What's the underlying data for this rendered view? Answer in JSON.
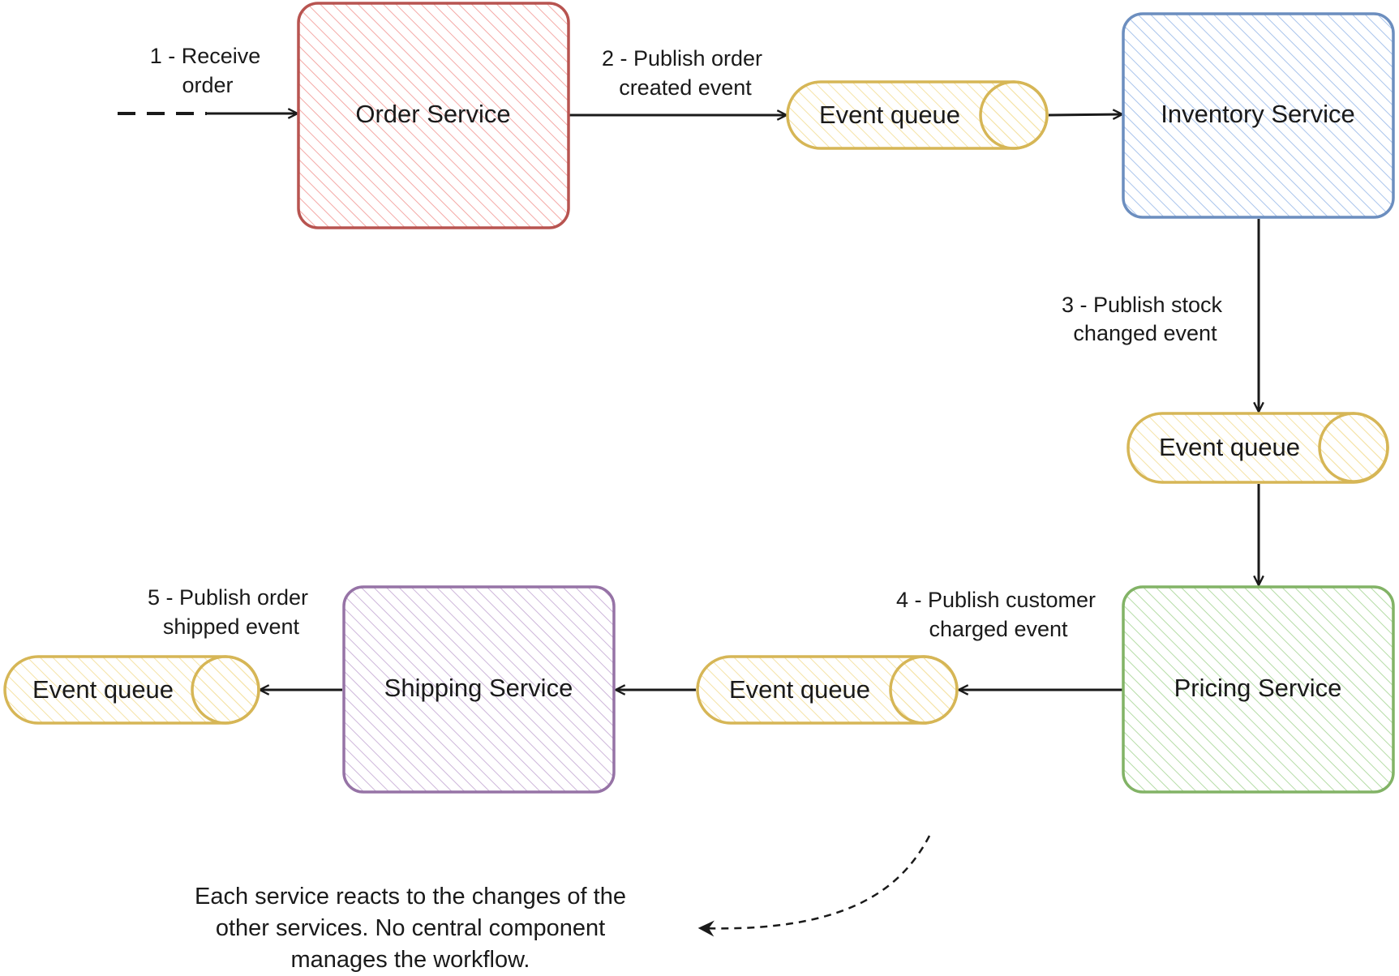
{
  "colors": {
    "order": {
      "stroke": "#b85450",
      "fill": "#f8cecc"
    },
    "inventory": {
      "stroke": "#6c8ebf",
      "fill": "#dae8fc"
    },
    "pricing": {
      "stroke": "#82b366",
      "fill": "#d5e8d4"
    },
    "shipping": {
      "stroke": "#9673a6",
      "fill": "#e1d5e7"
    },
    "queue": {
      "stroke": "#d6b656",
      "fill": "#fff2cc"
    },
    "arrow": "#1a1a1a"
  },
  "nodes": {
    "order_service": "Order Service",
    "inventory_service": "Inventory Service",
    "pricing_service": "Pricing Service",
    "shipping_service": "Shipping Service",
    "queue_1": "Event queue",
    "queue_2": "Event queue",
    "queue_3": "Event queue",
    "queue_4": "Event queue"
  },
  "edges": {
    "step1": [
      "1 - Receive",
      "order"
    ],
    "step2": [
      "2 - Publish order",
      "created event"
    ],
    "step3": [
      "3 - Publish stock",
      "changed event"
    ],
    "step4": [
      "4 - Publish customer",
      "charged event"
    ],
    "step5": [
      "5 - Publish order",
      "shipped event"
    ]
  },
  "note": [
    "Each service reacts to the changes of the",
    "other services. No central component",
    "manages the workflow."
  ]
}
